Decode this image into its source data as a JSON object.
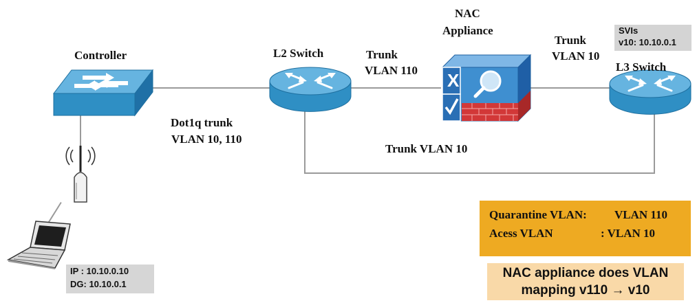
{
  "labels": {
    "controller": "Controller",
    "l2_switch": "L2 Switch",
    "nac_line1": "NAC",
    "nac_line2": "Appliance",
    "l3_switch": "L3 Switch",
    "trunk_l2_nac_line1": "Trunk",
    "trunk_l2_nac_line2": "VLAN 110",
    "trunk_nac_l3_line1": "Trunk",
    "trunk_nac_l3_line2": "VLAN 10",
    "dot1q_line1": "Dot1q trunk",
    "dot1q_line2": "VLAN 10, 110",
    "trunk_bottom": "Trunk VLAN 10"
  },
  "svi": {
    "line1": "SVIs",
    "line2": "v10: 10.10.0.1"
  },
  "client": {
    "ip": "IP  : 10.10.0.10",
    "dg": "DG: 10.10.0.1"
  },
  "vlan_info": {
    "quarantine_label": "Quarantine VLAN:",
    "quarantine_value": "VLAN 110",
    "access_label": "Acess VLAN",
    "access_value": ": VLAN 10"
  },
  "mapping_note": {
    "line1": "NAC appliance does VLAN",
    "line2": "mapping v110 → v10"
  },
  "colors": {
    "device_blue": "#2f8fc4",
    "device_light": "#66b4e0",
    "nac_blue": "#3f8fd0",
    "firewall_red": "#d23838",
    "vlan_box": "#eeaa22",
    "mapping_box": "#f9d9a8",
    "info_grey": "#d4d4d4",
    "link_grey": "#9a9a9a"
  }
}
